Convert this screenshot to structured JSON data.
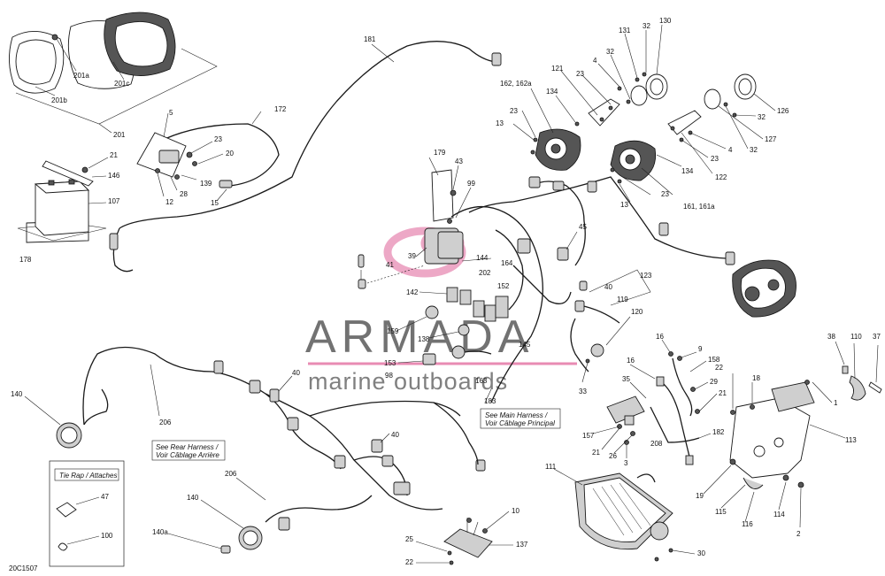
{
  "diagram_code": "20C1507",
  "watermark": {
    "brand": "ARMADA",
    "tagline": "marine outboards",
    "accent_color": "#e88bb3",
    "text_color": "#5a5a5a"
  },
  "notes": {
    "rear_harness": [
      "See Rear Harness /",
      "Voir Câblage Arrière"
    ],
    "main_harness": [
      "See Main Harness /",
      "Voir Câblage Principal"
    ]
  },
  "legend_box": {
    "title": "Tie Rap / Attaches",
    "items": [
      "47",
      "100"
    ]
  },
  "callouts": {
    "c201": "201",
    "c201a": "201a",
    "c201b": "201b",
    "c201c": "201c",
    "c181": "181",
    "c172": "172",
    "c5": "5",
    "c23a": "23",
    "c20": "20",
    "c139": "139",
    "c28": "28",
    "c12": "12",
    "c15": "15",
    "c21a": "21",
    "c146": "146",
    "c107": "107",
    "c178": "178",
    "c179": "179",
    "c43": "43",
    "c99": "99",
    "c39": "39",
    "c41": "41",
    "c144": "144",
    "c202": "202",
    "c164": "164",
    "c142": "142",
    "c152": "152",
    "c45": "45",
    "c159": "159",
    "c138": "138",
    "c145": "145",
    "c153": "153",
    "c98": "98",
    "c163": "163",
    "c183": "183",
    "c33": "33",
    "c120": "120",
    "c119": "119",
    "c40a": "40",
    "c123": "123",
    "c40b": "40",
    "c40c": "40",
    "c206a": "206",
    "c140a": "140",
    "c206b": "206",
    "c140b": "140",
    "c140c": "140a",
    "c10": "10",
    "c137": "137",
    "c25": "25",
    "c22a": "22",
    "c111": "111",
    "c30": "30",
    "c157": "157",
    "c21b": "21",
    "c26": "26",
    "c3": "3",
    "c208": "208",
    "c35": "35",
    "c16a": "16",
    "c16b": "16",
    "c9": "9",
    "c158": "158",
    "c29": "29",
    "c21c": "21",
    "c182": "182",
    "c22b": "22",
    "c18": "18",
    "c38": "38",
    "c110": "110",
    "c37": "37",
    "c1": "1",
    "c113": "113",
    "c19": "19",
    "c115": "115",
    "c116": "116",
    "c114": "114",
    "c2": "2",
    "c162": "162, 162a",
    "c13a": "13",
    "c23b": "23",
    "c134a": "134",
    "c121": "121",
    "c23c": "23",
    "c4a": "4",
    "c32a": "32",
    "c131": "131",
    "c32b": "32",
    "c130": "130",
    "c126": "126",
    "c32c": "32",
    "c127": "127",
    "c32d": "32",
    "c4b": "4",
    "c23d": "23",
    "c122": "122",
    "c134b": "134",
    "c23e": "23",
    "c13b": "13",
    "c161": "161, 161a"
  }
}
